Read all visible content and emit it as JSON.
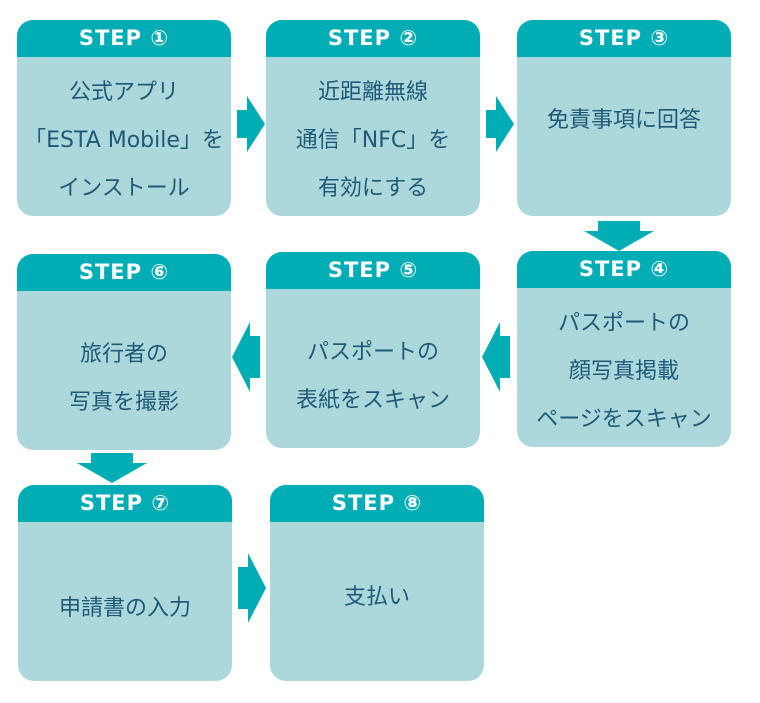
{
  "colors": {
    "header": "#00adb5",
    "card_body": "#acd8dc",
    "text": "#1e5a78",
    "arrow": "#00adb5"
  },
  "steps": [
    {
      "label": "STEP ①",
      "lines": [
        "公式アプリ",
        "「ESTA Mobile」を",
        "インストール"
      ]
    },
    {
      "label": "STEP ②",
      "lines": [
        "近距離無線",
        "通信「NFC」を",
        "有効にする"
      ]
    },
    {
      "label": "STEP ③",
      "lines": [
        "免責事項に回答"
      ]
    },
    {
      "label": "STEP ④",
      "lines": [
        "パスポートの",
        "顔写真掲載",
        "ページをスキャン"
      ]
    },
    {
      "label": "STEP ⑤",
      "lines": [
        "パスポートの",
        "表紙をスキャン"
      ]
    },
    {
      "label": "STEP ⑥",
      "lines": [
        "旅行者の",
        "写真を撮影"
      ]
    },
    {
      "label": "STEP ⑦",
      "lines": [
        "申請書の入力"
      ]
    },
    {
      "label": "STEP ⑧",
      "lines": [
        "支払い"
      ]
    }
  ],
  "arrows": [
    {
      "from": 1,
      "to": 2,
      "direction": "right"
    },
    {
      "from": 2,
      "to": 3,
      "direction": "right"
    },
    {
      "from": 3,
      "to": 4,
      "direction": "down"
    },
    {
      "from": 4,
      "to": 5,
      "direction": "left"
    },
    {
      "from": 5,
      "to": 6,
      "direction": "left"
    },
    {
      "from": 6,
      "to": 7,
      "direction": "down"
    },
    {
      "from": 7,
      "to": 8,
      "direction": "right"
    }
  ]
}
